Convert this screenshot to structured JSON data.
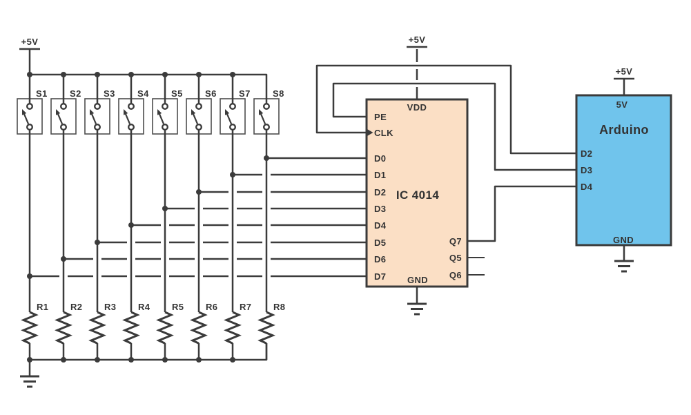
{
  "power_label": "+5V",
  "switches": {
    "labels": [
      "S1",
      "S2",
      "S3",
      "S4",
      "S5",
      "S6",
      "S7",
      "S8"
    ]
  },
  "resistors": {
    "labels": [
      "R1",
      "R2",
      "R3",
      "R4",
      "R5",
      "R6",
      "R7",
      "R8"
    ]
  },
  "ic": {
    "title": "IC 4014",
    "vdd_label": "VDD",
    "gnd_label": "GND",
    "left_pins": [
      "PE",
      "CLK",
      "D0",
      "D1",
      "D2",
      "D3",
      "D4",
      "D5",
      "D6",
      "D7"
    ],
    "right_pins": [
      "Q7",
      "Q5",
      "Q6"
    ]
  },
  "arduino": {
    "title": "Arduino",
    "power_pin": "5V",
    "gnd_label": "GND",
    "digital_pins": [
      "D2",
      "D3",
      "D4"
    ]
  },
  "colors": {
    "wire": "#3b3b3b",
    "component_border": "#3a3a3a",
    "switch_box_border": "#4d4d4d",
    "ic_fill": "#fbdfc5",
    "arduino_fill": "#70c4ec",
    "text": "#333333",
    "background": "#ffffff"
  }
}
